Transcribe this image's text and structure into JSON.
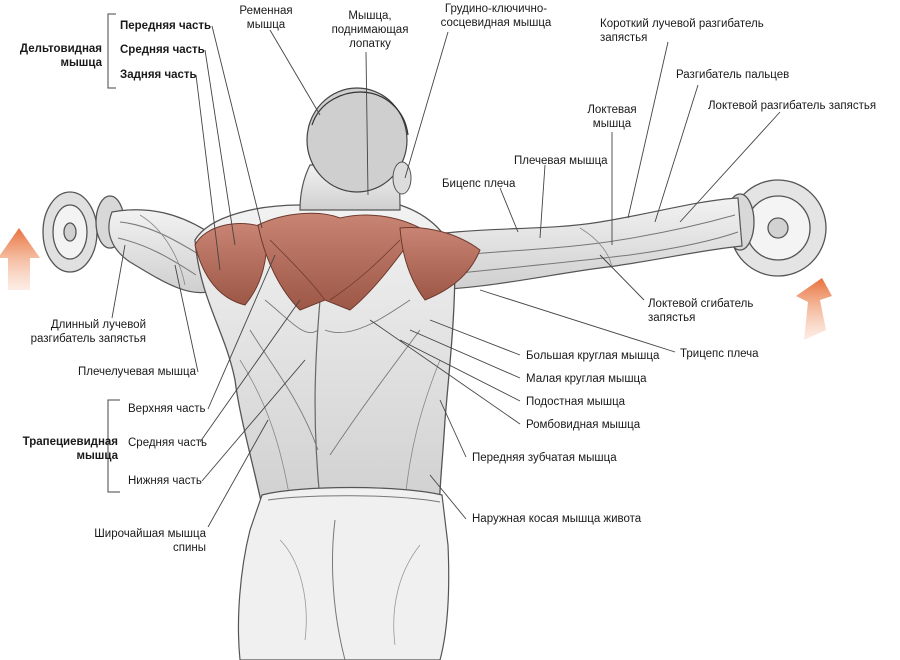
{
  "colors": {
    "muscle_highlight": "#b8705e",
    "muscle_shadow": "#8e4a3c",
    "skin": "#e6e6e6",
    "line": "#444444",
    "arrow": "#e8703a"
  },
  "groups": {
    "deltoid": {
      "title": "Дельтовидная\nмышца",
      "parts": [
        "Передняя часть",
        "Средняя часть",
        "Задняя часть"
      ]
    },
    "trapezius": {
      "title": "Трапециевидная\nмышца",
      "parts": [
        "Верхняя часть",
        "Средняя часть",
        "Нижняя часть"
      ]
    }
  },
  "labels": {
    "splenius": "Ременная\nмышца",
    "levator_scapulae": "Мышца,\nподнимающая\nлопатку",
    "sternocleidomastoid": "Грудино-ключично-\nсосцевидная мышца",
    "ecr_brevis": "Короткий лучевой разгибатель\nзапястья",
    "ext_digitorum": "Разгибатель пальцев",
    "anconeus": "Локтевая\nмышца",
    "ecu": "Локтевой разгибатель запястья",
    "brachialis": "Плечевая мышца",
    "biceps": "Бицепс плеча",
    "fcu": "Локтевой сгибатель\nзапястья",
    "triceps": "Трицепс плеча",
    "teres_major": "Большая круглая мышца",
    "teres_minor": "Малая круглая мышца",
    "infraspinatus": "Подостная мышца",
    "rhomboid": "Ромбовидная мышца",
    "serratus": "Передняя зубчатая мышца",
    "ext_oblique": "Наружная косая мышца живота",
    "ecr_longus": "Длинный лучевой\nразгибатель запястья",
    "brachioradialis": "Плечелучевая  мышца",
    "latissimus": "Широчайшая мышца\nспины"
  }
}
